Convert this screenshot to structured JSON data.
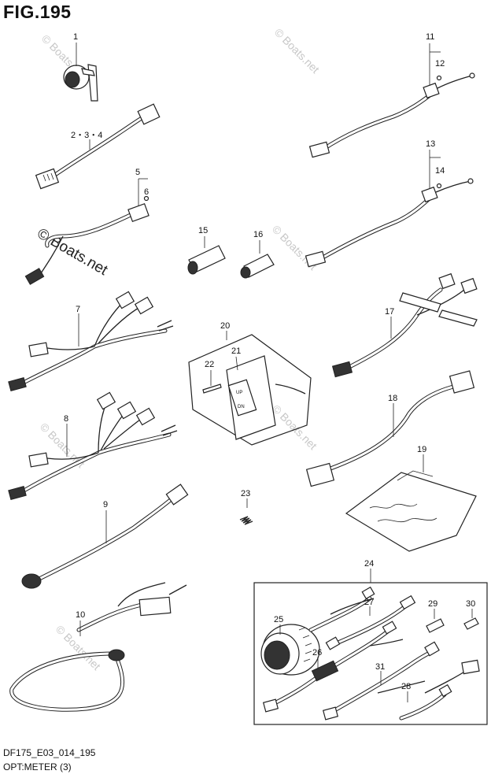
{
  "figure": {
    "title": "FIG.195",
    "code": "DF175_E03_014_195",
    "name": "OPT:METER (3)"
  },
  "callouts": {
    "c1": "1",
    "c234": "2・3・4",
    "c5": "5",
    "c6": "6",
    "c7": "7",
    "c8": "8",
    "c9": "9",
    "c10": "10",
    "c11": "11",
    "c12": "12",
    "c13": "13",
    "c14": "14",
    "c15": "15",
    "c16": "16",
    "c17": "17",
    "c18": "18",
    "c19": "19",
    "c20": "20",
    "c21": "21",
    "c22": "22",
    "c23": "23",
    "c24": "24",
    "c25": "25",
    "c26": "26",
    "c27": "27",
    "c28": "28",
    "c29": "29",
    "c30": "30",
    "c31": "31"
  },
  "switch_labels": {
    "up": "UP",
    "dn": "DN"
  },
  "watermark": "© Boats.net",
  "watermark_large": "© Boats.net"
}
